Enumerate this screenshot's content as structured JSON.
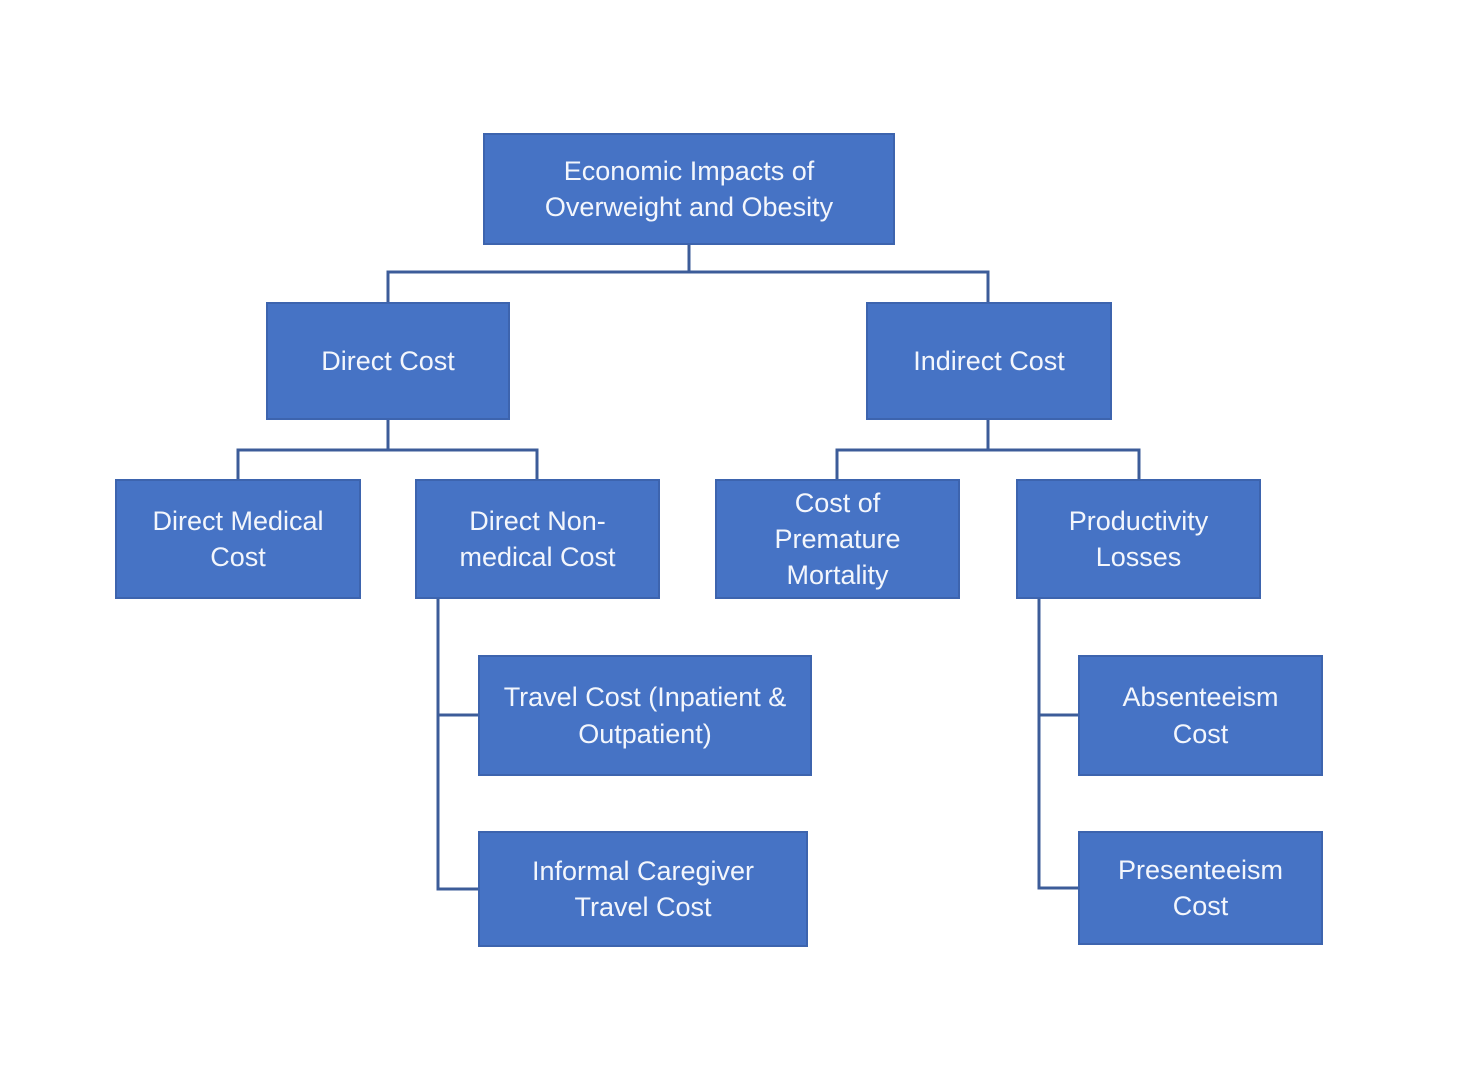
{
  "diagram": {
    "type": "hierarchy-flowchart",
    "background": "#ffffff",
    "node_fill": "#4673c5",
    "node_border": "#3d64ae",
    "connector_color": "#3c5c99",
    "text_color": "#f3f6fc",
    "nodes": {
      "root": {
        "label": "Economic Impacts of Overweight and Obesity"
      },
      "direct": {
        "label": "Direct Cost"
      },
      "indirect": {
        "label": "Indirect Cost"
      },
      "direct_medical": {
        "label": "Direct Medical Cost"
      },
      "direct_nonmedical": {
        "label": "Direct Non-medical Cost"
      },
      "premature_mortality": {
        "label": "Cost of Premature Mortality"
      },
      "productivity_losses": {
        "label": "Productivity Losses"
      },
      "travel_cost": {
        "label": "Travel Cost (Inpatient & Outpatient)"
      },
      "informal_caregiver": {
        "label": "Informal Caregiver Travel Cost"
      },
      "absenteeism": {
        "label": "Absenteeism Cost"
      },
      "presenteeism": {
        "label": "Presenteeism Cost"
      }
    },
    "edges": [
      {
        "from": "root",
        "to": "direct"
      },
      {
        "from": "root",
        "to": "indirect"
      },
      {
        "from": "direct",
        "to": "direct_medical"
      },
      {
        "from": "direct",
        "to": "direct_nonmedical"
      },
      {
        "from": "indirect",
        "to": "premature_mortality"
      },
      {
        "from": "indirect",
        "to": "productivity_losses"
      },
      {
        "from": "direct_nonmedical",
        "to": "travel_cost"
      },
      {
        "from": "direct_nonmedical",
        "to": "informal_caregiver"
      },
      {
        "from": "productivity_losses",
        "to": "absenteeism"
      },
      {
        "from": "productivity_losses",
        "to": "presenteeism"
      }
    ]
  }
}
